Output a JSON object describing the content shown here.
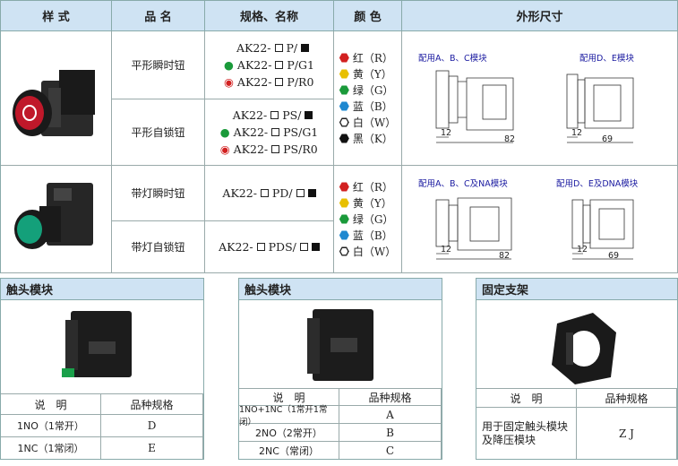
{
  "header": [
    "样 式",
    "品 名",
    "规格、名称",
    "颜 色",
    "外形尺寸"
  ],
  "rows": [
    {
      "name": "平形瞬时钮",
      "models": [
        "AK22-",
        "P/",
        "AK22-",
        "P/G1",
        "AK22-",
        "P/R0"
      ]
    },
    {
      "name": "平形自锁钮",
      "models": [
        "AK22-",
        "PS/",
        "AK22-",
        "PS/G1",
        "AK22-",
        "PS/R0"
      ]
    },
    {
      "name": "带灯瞬时钮",
      "models": [
        "AK22-",
        "PD/"
      ]
    },
    {
      "name": "带灯自锁钮",
      "models": [
        "AK22-",
        "PDS/"
      ]
    }
  ],
  "colors1": [
    "红（R）",
    "黄（Y）",
    "绿（G）",
    "蓝（B）",
    "白（W）",
    "黑（K）"
  ],
  "colors2": [
    "红（R）",
    "黄（Y）",
    "绿（G）",
    "蓝（B）",
    "白（W）"
  ],
  "color_hex": {
    "red": "#d22020",
    "yellow": "#e8c000",
    "green": "#1a9a3a",
    "blue": "#1e88d0",
    "white": "#ffffff",
    "black": "#111111"
  },
  "dims": {
    "a1": "配用A、B、C模块",
    "b1": "配用D、E模块",
    "a2": "配用A、B、C及NA模块",
    "b2": "配用D、E及DNA模块",
    "d12": "12",
    "d82": "82",
    "d69": "69"
  },
  "box1": {
    "title": "触头模块",
    "col1": "说　明",
    "col2": "品种规格",
    "rows": [
      {
        "desc": "1NO（1常开）",
        "code": "D"
      },
      {
        "desc": "1NC（1常闭）",
        "code": "E"
      }
    ]
  },
  "box2": {
    "title": "触头模块",
    "col1": "说　明",
    "col2": "品种规格",
    "rows": [
      {
        "desc": "1NO+1NC（1常开1常闭）",
        "code": "A"
      },
      {
        "desc": "2NO（2常开）",
        "code": "B"
      },
      {
        "desc": "2NC（常闭）",
        "code": "C"
      }
    ]
  },
  "box3": {
    "title": "固定支架",
    "col1": "说　明",
    "col2": "品种规格",
    "desc": "用于固定触头模块及降压模块",
    "code": "Z J"
  }
}
